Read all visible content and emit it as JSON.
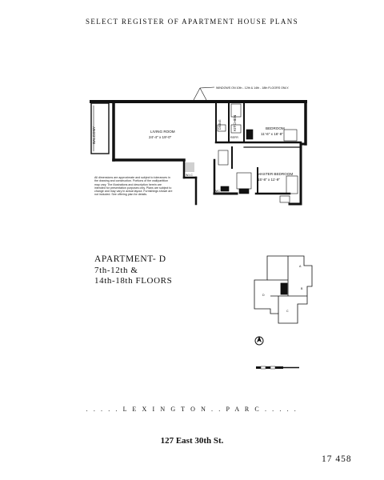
{
  "header": "SELECT REGISTER OF APARTMENT HOUSE PLANS",
  "plan": {
    "windows_note": "WINDOWS ON 10th - 12th & 14th - 18th FLOORS ONLY.",
    "balcony": "BALCONY",
    "living_room": "LIVING ROOM",
    "living_room_dim": "24'-4\" x 19'-0\"",
    "kitchen": "KITCHEN",
    "dining": "DINING",
    "refr": "REFR",
    "bedroom": "BEDROOM",
    "bedroom_dim": "11'-6\" x 16'-8\"",
    "master_bedroom": "MASTER BEDROOM",
    "master_bedroom_dim": "15'-8\" x 11'-9\"",
    "wic_1": "W.I.C",
    "wic_2": "WIC"
  },
  "note": "All dimensions are approximate and subject to tolerances in the drawing and construction. Portions of the wall/partition may vary. The illustrations and description herein are intended for presentation purposes only. Plans are subject to change and may vary in actual layout. Furnishings shown are not included. See offering plan for details.",
  "apartment": {
    "title": "APARTMENT- D",
    "floors_line1": "7th-12th &",
    "floors_line2": "14th-18th FLOORS"
  },
  "keyplan": {
    "units": [
      "A",
      "B",
      "C",
      "D"
    ]
  },
  "building_name": ". . . . .  L E X I N G T O N  . .  P A R C  . . . . .",
  "address": "127 East 30th St.",
  "page_number": "17  458",
  "icons": {
    "compass": "north-arrow-icon",
    "scale": "scale-bar-icon"
  }
}
